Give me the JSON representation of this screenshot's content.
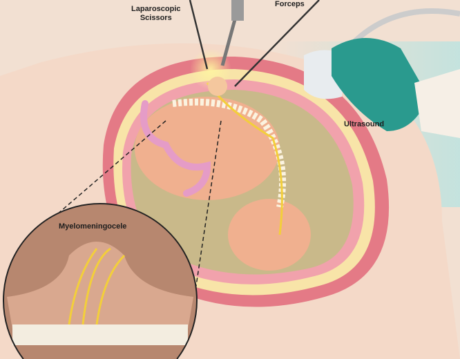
{
  "labels": {
    "scissors_line1": "Laparoscopic",
    "scissors_line2": "Scissors",
    "forceps": "Forceps",
    "ultrasound": "Ultrasound",
    "inset": "Myelomeningocele"
  },
  "colors": {
    "background": "#f2e0d2",
    "uterus_wall": "#e47a86",
    "amniotic": "#c9b98a",
    "fetus": "#f0b08f",
    "glove": "#2a9a8e",
    "nerve": "#f3cf3a"
  }
}
